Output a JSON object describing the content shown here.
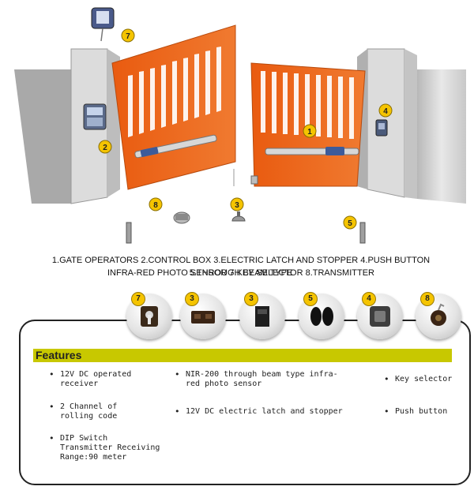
{
  "diagram": {
    "callouts": [
      {
        "number": "1"
      },
      {
        "number": "2"
      },
      {
        "number": "3"
      },
      {
        "number": "4"
      },
      {
        "number": "5"
      },
      {
        "number": "7"
      },
      {
        "number": "8"
      }
    ],
    "caption_line1": "1.GATE OPERATORS  2.CONTROL BOX  3.ELECTRIC LATCH AND STOPPER  4.PUSH BUTTON  5.THROUGH BEAM TYPE",
    "caption_line2": "INFRA-RED PHOTO SENSOR  7.KEY SELECTOR  8.TRANSMITTER"
  },
  "parts": [
    {
      "number": "7",
      "icon": "key-selector-icon"
    },
    {
      "number": "3",
      "icon": "latch-icon"
    },
    {
      "number": "3",
      "icon": "stopper-icon"
    },
    {
      "number": "5",
      "icon": "photo-sensor-icon"
    },
    {
      "number": "4",
      "icon": "push-button-icon"
    },
    {
      "number": "8",
      "icon": "transmitter-icon"
    }
  ],
  "features": {
    "title": "Features",
    "col1": [
      "12V DC operated receiver",
      "2 Channel of rolling code",
      "DIP Switch Transmitter Receiving Range:90 meter"
    ],
    "col2": [
      "NIR-200 through beam type infra-red photo sensor",
      "12V DC electric latch and stopper"
    ],
    "col3": [
      "Key selector",
      "Push button"
    ]
  },
  "colors": {
    "gate": "#e8641a",
    "pillar": "#cfcfcf",
    "callout": "#f5c400",
    "features_bar": "#c8c800"
  }
}
